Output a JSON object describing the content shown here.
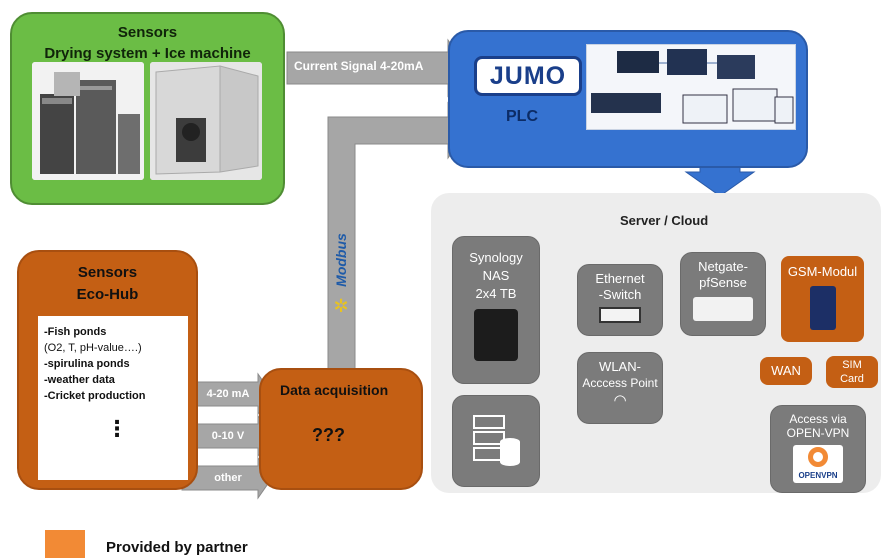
{
  "sensors_top": {
    "title": "Sensors",
    "subtitle": "Drying system + Ice machine"
  },
  "signal_label": "Current Signal 4-20mA",
  "modbus_label": "Modbus",
  "plc": {
    "logo": "JUMO",
    "label": "PLC"
  },
  "cloud": {
    "title": "Server / Cloud",
    "nas": {
      "line1": "Synology",
      "line2": "NAS",
      "line3": "2x4 TB"
    },
    "switch": {
      "line1": "Ethernet",
      "line2": "-Switch"
    },
    "netgate": {
      "line1": "Netgate-",
      "line2": "pfSense"
    },
    "gsm": "GSM-Modul",
    "wlan": {
      "line1": "WLAN-",
      "line2": "Acccess Point"
    },
    "wan": "WAN",
    "sim": {
      "line1": "SIM",
      "line2": "Card"
    },
    "vpn": {
      "line1": "Access via",
      "line2": "OPEN-VPN",
      "logo": "OPENVPN"
    }
  },
  "ecohub": {
    "title": "Sensors",
    "subtitle": "Eco-Hub",
    "items": {
      "i1": "-Fish ponds",
      "i2": "(O2, T, pH-value….)",
      "i3": "-spirulina ponds",
      "i4": "-weather data",
      "i5": "-Cricket production"
    }
  },
  "inputs": {
    "a": "4-20 mA",
    "b": "0-10 V",
    "c": "other"
  },
  "acquisition": {
    "title": "Data acquisition",
    "value": "???"
  },
  "legend": {
    "label": "Provided by partner"
  },
  "colors": {
    "green": "#6bbd45",
    "blue": "#3572d0",
    "orange": "#c45f14",
    "grey": "#7b7b7b"
  }
}
